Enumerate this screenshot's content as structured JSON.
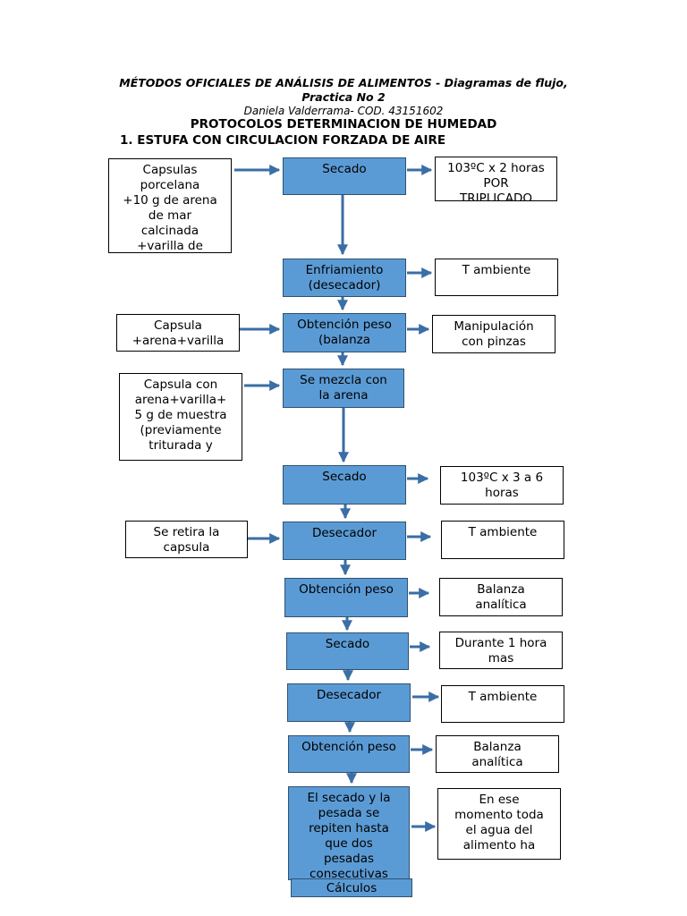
{
  "header": {
    "line1": "MÉTODOS OFICIALES DE ANÁLISIS DE ALIMENTOS - Diagramas de flujo,",
    "line2": "Practica No 2",
    "line3": "Daniela Valderrama- COD. 43151602",
    "line4": "PROTOCOLOS DETERMINACION DE HUMEDAD",
    "line5": "1.  ESTUFA CON CIRCULACION FORZADA DE AIRE"
  },
  "steps": [
    "Secado",
    "Enfriamiento\n(desecador)",
    "Obtención peso\n(balanza",
    "Se mezcla con\nla arena",
    "Secado",
    "Desecador",
    "Obtención peso",
    "Secado",
    "Desecador",
    "Obtención peso",
    "El secado y la\npesada se\nrepiten hasta\nque dos\npesadas\nconsecutivas",
    "Cálculos"
  ],
  "inputs": [
    "Capsulas\nporcelana\n+10 g de arena\nde mar\ncalcinada\n+varilla de",
    "Capsula\n+arena+varilla",
    "Capsula con\narena+varilla+\n5 g de muestra\n(previamente\ntriturada y",
    "Se retira la\ncapsula"
  ],
  "conditions": [
    "103ºC x 2 horas\nPOR\nTRIPLICADO",
    "T ambiente",
    "Manipulación\ncon pinzas",
    "103ºC x 3 a 6\nhoras",
    "T ambiente",
    "Balanza\nanalítica",
    "Durante 1 hora\nmas",
    "T ambiente",
    "Balanza\nanalítica",
    "En ese\nmomento toda\nel agua del\nalimento ha"
  ],
  "colors": {
    "step_fill": "#5b9bd5",
    "step_border": "#2e5272",
    "arrow": "#3a6ea5"
  }
}
